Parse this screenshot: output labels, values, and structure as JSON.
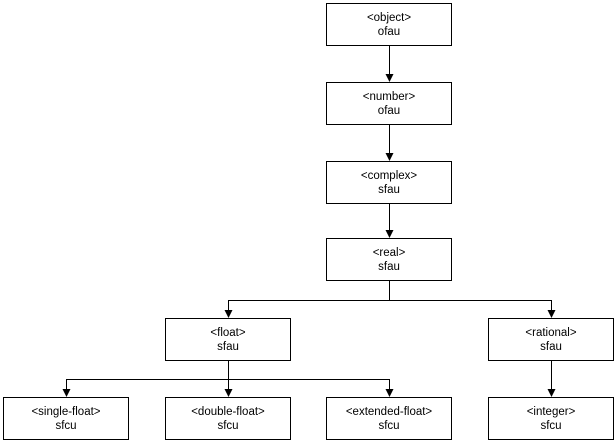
{
  "nodes": {
    "object": {
      "type": "<object>",
      "tag": "ofau"
    },
    "number": {
      "type": "<number>",
      "tag": "ofau"
    },
    "complex": {
      "type": "<complex>",
      "tag": "sfau"
    },
    "real": {
      "type": "<real>",
      "tag": "sfau"
    },
    "float": {
      "type": "<float>",
      "tag": "sfau"
    },
    "rational": {
      "type": "<rational>",
      "tag": "sfau"
    },
    "single": {
      "type": "<single-float>",
      "tag": "sfcu"
    },
    "double": {
      "type": "<double-float>",
      "tag": "sfcu"
    },
    "extended": {
      "type": "<extended-float>",
      "tag": "sfcu"
    },
    "integer": {
      "type": "<integer>",
      "tag": "sfcu"
    }
  },
  "edges": [
    [
      "object",
      "number"
    ],
    [
      "number",
      "complex"
    ],
    [
      "complex",
      "real"
    ],
    [
      "real",
      "float"
    ],
    [
      "real",
      "rational"
    ],
    [
      "float",
      "single"
    ],
    [
      "float",
      "double"
    ],
    [
      "float",
      "extended"
    ],
    [
      "rational",
      "integer"
    ]
  ]
}
